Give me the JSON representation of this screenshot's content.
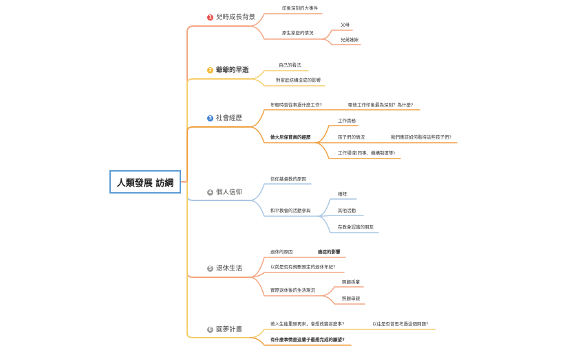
{
  "root": {
    "label": "人類發展 訪綱"
  },
  "colors": {
    "root": "#5b9bd5",
    "orange": "#f4a582",
    "yellow": "#f5cd6a",
    "amber": "#f0a040",
    "blue": "#a9c7e4"
  },
  "topics": [
    {
      "num": "1",
      "label": "兒時成長背景",
      "badge_color": "#e8504a"
    },
    {
      "num": "2",
      "label": "爺爺的早逝",
      "badge_color": "#f2b52a"
    },
    {
      "num": "3",
      "label": "社會經歷",
      "badge_color": "#3e7fcf"
    },
    {
      "num": "4",
      "label": "個人信仰",
      "badge_color": "#9a9a9a"
    },
    {
      "num": "5",
      "label": "退休生活",
      "badge_color": "#9a9a9a"
    },
    {
      "num": "6",
      "label": "圓夢計畫",
      "badge_color": "#9a9a9a"
    }
  ],
  "nodes": {
    "t1a": "印象深刻的大事件",
    "t1b": "原生家庭的情況",
    "t1b1": "父母",
    "t1b2": "兄弟姊妹",
    "t2a": "自己的看法",
    "t2b": "對家庭結構造成的影響",
    "t3a": "年輕時曾從事過什麼工作?",
    "t3a1": "哪些工作印象最為深刻？為什麼?",
    "t3b": "做大尼保育員的經歷",
    "t3b1": "工作責務",
    "t3b2": "孩子們的情況",
    "t3b2a": "我們應該如何看待這些孩子們?",
    "t3b3": "工作場域(同事、機構制度等)",
    "t4a": "信仰基督教的原因",
    "t4b": "和平教會的活動參與",
    "t4b1": "禮拜",
    "t4b2": "其他活動",
    "t4b3": "在教會認識的朋友",
    "t5a": "退休的原因",
    "t5a1": "癌症的影響",
    "t5b": "以前是否有規劃預定的退休年紀?",
    "t5c": "實際退休後的生活現況",
    "t5c1": "照顧孫輩",
    "t5c2": "照顧母親",
    "t6a": "若人生能重頭再來，會想改變甚麼事?",
    "t6a1": "以往是否曾思考過這個問題?",
    "t6b": "有什麼事情是這輩子最想完成的願望?"
  }
}
